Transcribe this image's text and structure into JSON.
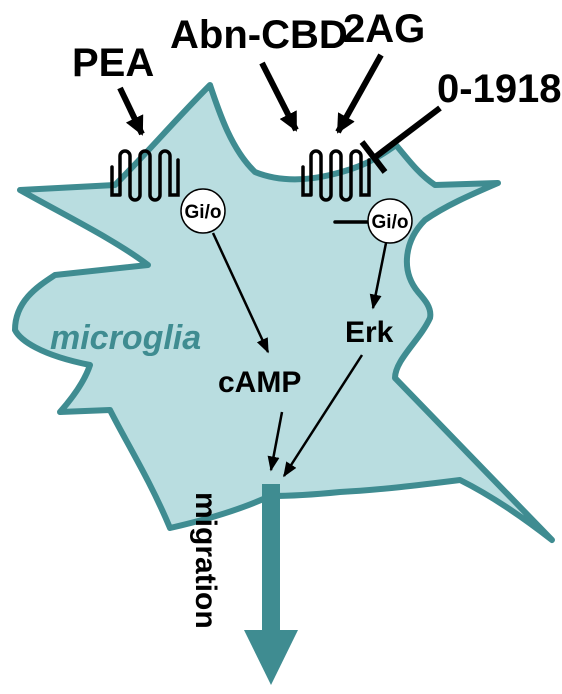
{
  "colors": {
    "cell_fill": "#b9dde0",
    "cell_border": "#3f8c91",
    "ink": "#000000"
  },
  "labels": {
    "pea": "PEA",
    "abn_cbd": "Abn-CBD",
    "two_ag": "2AG",
    "o1918": "0-1918",
    "gi_left": "Gi/o",
    "gi_right": "Gi/o",
    "microglia": "microglia",
    "camp": "cAMP",
    "erk": "Erk",
    "migration": "migration"
  }
}
